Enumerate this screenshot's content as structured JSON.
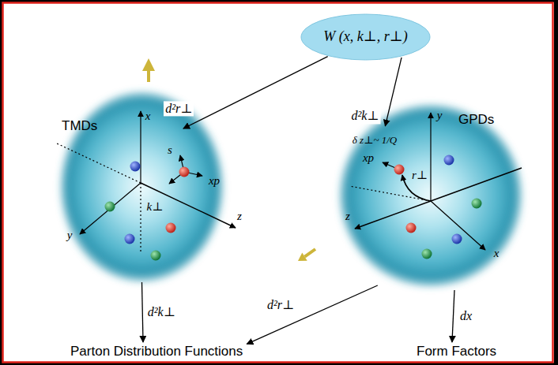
{
  "diagram": {
    "nodes": [
      {
        "text": [
          "W (x, k⊥, r⊥)"
        ]
      },
      {
        "text": [
          "TMDs"
        ]
      },
      {
        "text": [
          "GPDs"
        ]
      },
      {
        "text": [
          "Parton Distribution Functions"
        ]
      },
      {
        "text": [
          "Form Factors"
        ]
      }
    ],
    "edges": [
      {
        "from": 0,
        "to": 1,
        "label": "d²r⊥",
        "arrow": "to"
      },
      {
        "from": 0,
        "to": 2,
        "label": "d²k⊥",
        "arrow": "to"
      },
      {
        "from": 1,
        "to": 3,
        "label": "d²k⊥",
        "arrow": "to"
      },
      {
        "from": 2,
        "to": 3,
        "label": "d²r⊥",
        "arrow": "to"
      },
      {
        "from": 2,
        "to": 4,
        "label": "dx",
        "arrow": "to"
      }
    ],
    "labels": [
      "x",
      "s",
      "xp",
      "k⊥",
      "y",
      "z",
      "δ z⊥~ 1/Q",
      "xp",
      "r⊥",
      "y",
      "z",
      "x"
    ]
  }
}
